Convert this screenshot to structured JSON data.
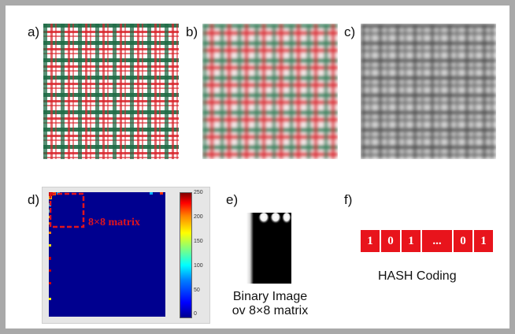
{
  "labels": {
    "a": "a)",
    "b": "b)",
    "c": "c)",
    "d": "d)",
    "e": "e)",
    "f": "f)"
  },
  "panel_d": {
    "annotation": "8×8  matrix",
    "colorbar_ticks": [
      "250",
      "200",
      "150",
      "100",
      "50",
      "0"
    ],
    "highlight_color": "#e0141e"
  },
  "panel_e": {
    "caption_line1": "Binary Image",
    "caption_line2": "ov 8×8 matrix"
  },
  "panel_f": {
    "hash_bits": [
      "1",
      "0",
      "1",
      "...",
      "0",
      "1"
    ],
    "caption": "HASH Coding",
    "cell_color": "#e8141c"
  },
  "colors": {
    "plaid_red": "#d9242b",
    "plaid_green": "#1f6b45",
    "heatmap_background": "#00008f"
  }
}
